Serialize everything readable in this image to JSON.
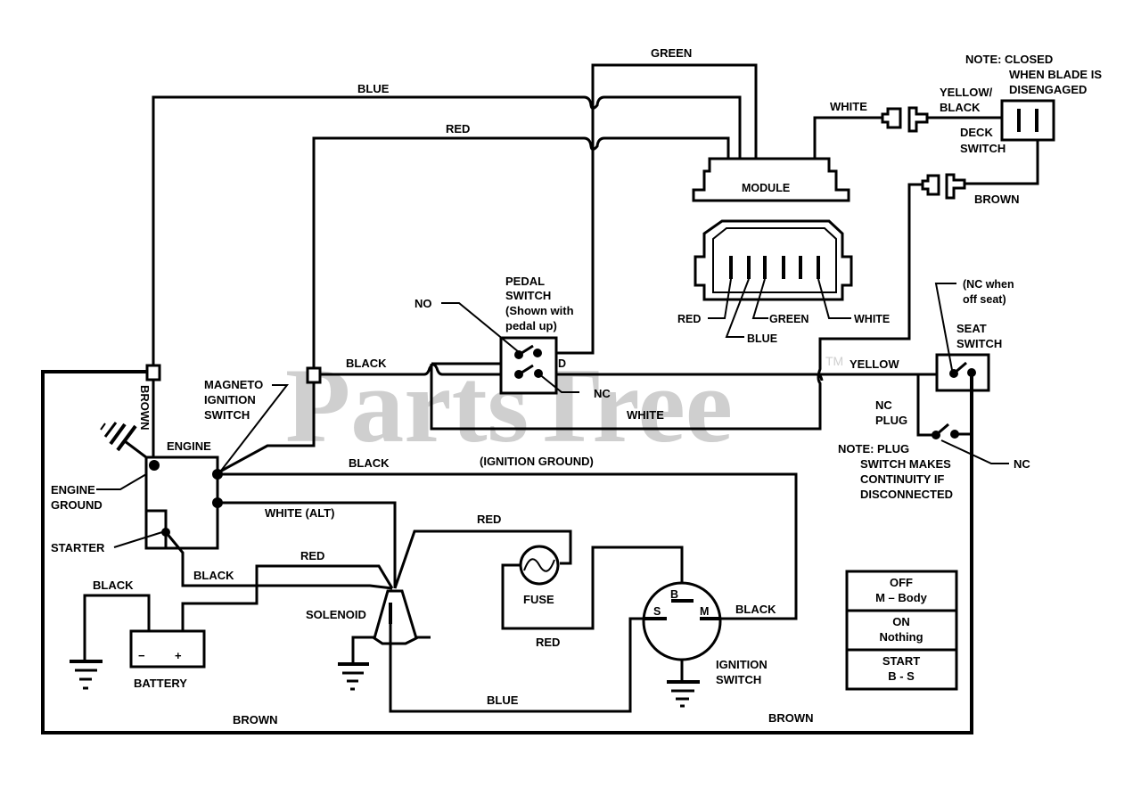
{
  "watermark": {
    "text": "PartsTree",
    "trademark": "TM"
  },
  "wire_labels": {
    "blue_top": "BLUE",
    "red_top": "RED",
    "green_top": "GREEN",
    "white_module": "WHITE",
    "yellow_black": "YELLOW/",
    "yellow_black_2": "BLACK",
    "brown_deck": "BROWN",
    "brown_vertical": "BROWN",
    "black_mid": "BLACK",
    "white_loop": "WHITE",
    "yellow": "YELLOW",
    "black_ign_ground": "BLACK",
    "ignition_ground": "(IGNITION GROUND)",
    "white_alt": "WHITE (ALT)",
    "red_fuse_top": "RED",
    "red_battery": "RED",
    "black_starter": "BLACK",
    "black_battery": "BLACK",
    "red_fuse_bottom": "RED",
    "black_ign_switch": "BLACK",
    "blue_bottom": "BLUE",
    "brown_bottom_left": "BROWN",
    "brown_bottom_right": "BROWN"
  },
  "components": {
    "module": "MODULE",
    "connector_pins": {
      "red": "RED",
      "blue": "BLUE",
      "green": "GREEN",
      "white": "WHITE"
    },
    "deck_switch": {
      "line1": "DECK",
      "line2": "SWITCH"
    },
    "deck_note": {
      "line1": "NOTE:  CLOSED",
      "line2": "WHEN BLADE IS",
      "line3": "DISENGAGED"
    },
    "pedal_switch": {
      "line1": "PEDAL",
      "line2": "SWITCH",
      "line3": "(Shown with",
      "line4": "pedal up)",
      "no": "NO",
      "nc": "NC"
    },
    "seat_switch": {
      "line1": "SEAT",
      "line2": "SWITCH",
      "note1": "(NC when",
      "note2": "off seat)"
    },
    "nc_plug": {
      "line1": "NC",
      "line2": "PLUG",
      "nc": "NC"
    },
    "plug_note": {
      "line1": "NOTE:  PLUG",
      "line2": "SWITCH MAKES",
      "line3": "CONTINUITY IF",
      "line4": "DISCONNECTED"
    },
    "magneto": {
      "line1": "MAGNETO",
      "line2": "IGNITION",
      "line3": "SWITCH"
    },
    "engine": "ENGINE",
    "engine_ground": {
      "line1": "ENGINE",
      "line2": "GROUND"
    },
    "starter": "STARTER",
    "battery": {
      "label": "BATTERY",
      "minus": "−",
      "plus": "+"
    },
    "solenoid": "SOLENOID",
    "fuse": "FUSE",
    "ignition_switch": {
      "line1": "IGNITION",
      "line2": "SWITCH",
      "terminal_b": "B",
      "terminal_s": "S",
      "terminal_m": "M"
    }
  },
  "switch_table": [
    {
      "position": "OFF",
      "connection": "M – Body"
    },
    {
      "position": "ON",
      "connection": "Nothing"
    },
    {
      "position": "START",
      "connection": "B - S"
    }
  ]
}
